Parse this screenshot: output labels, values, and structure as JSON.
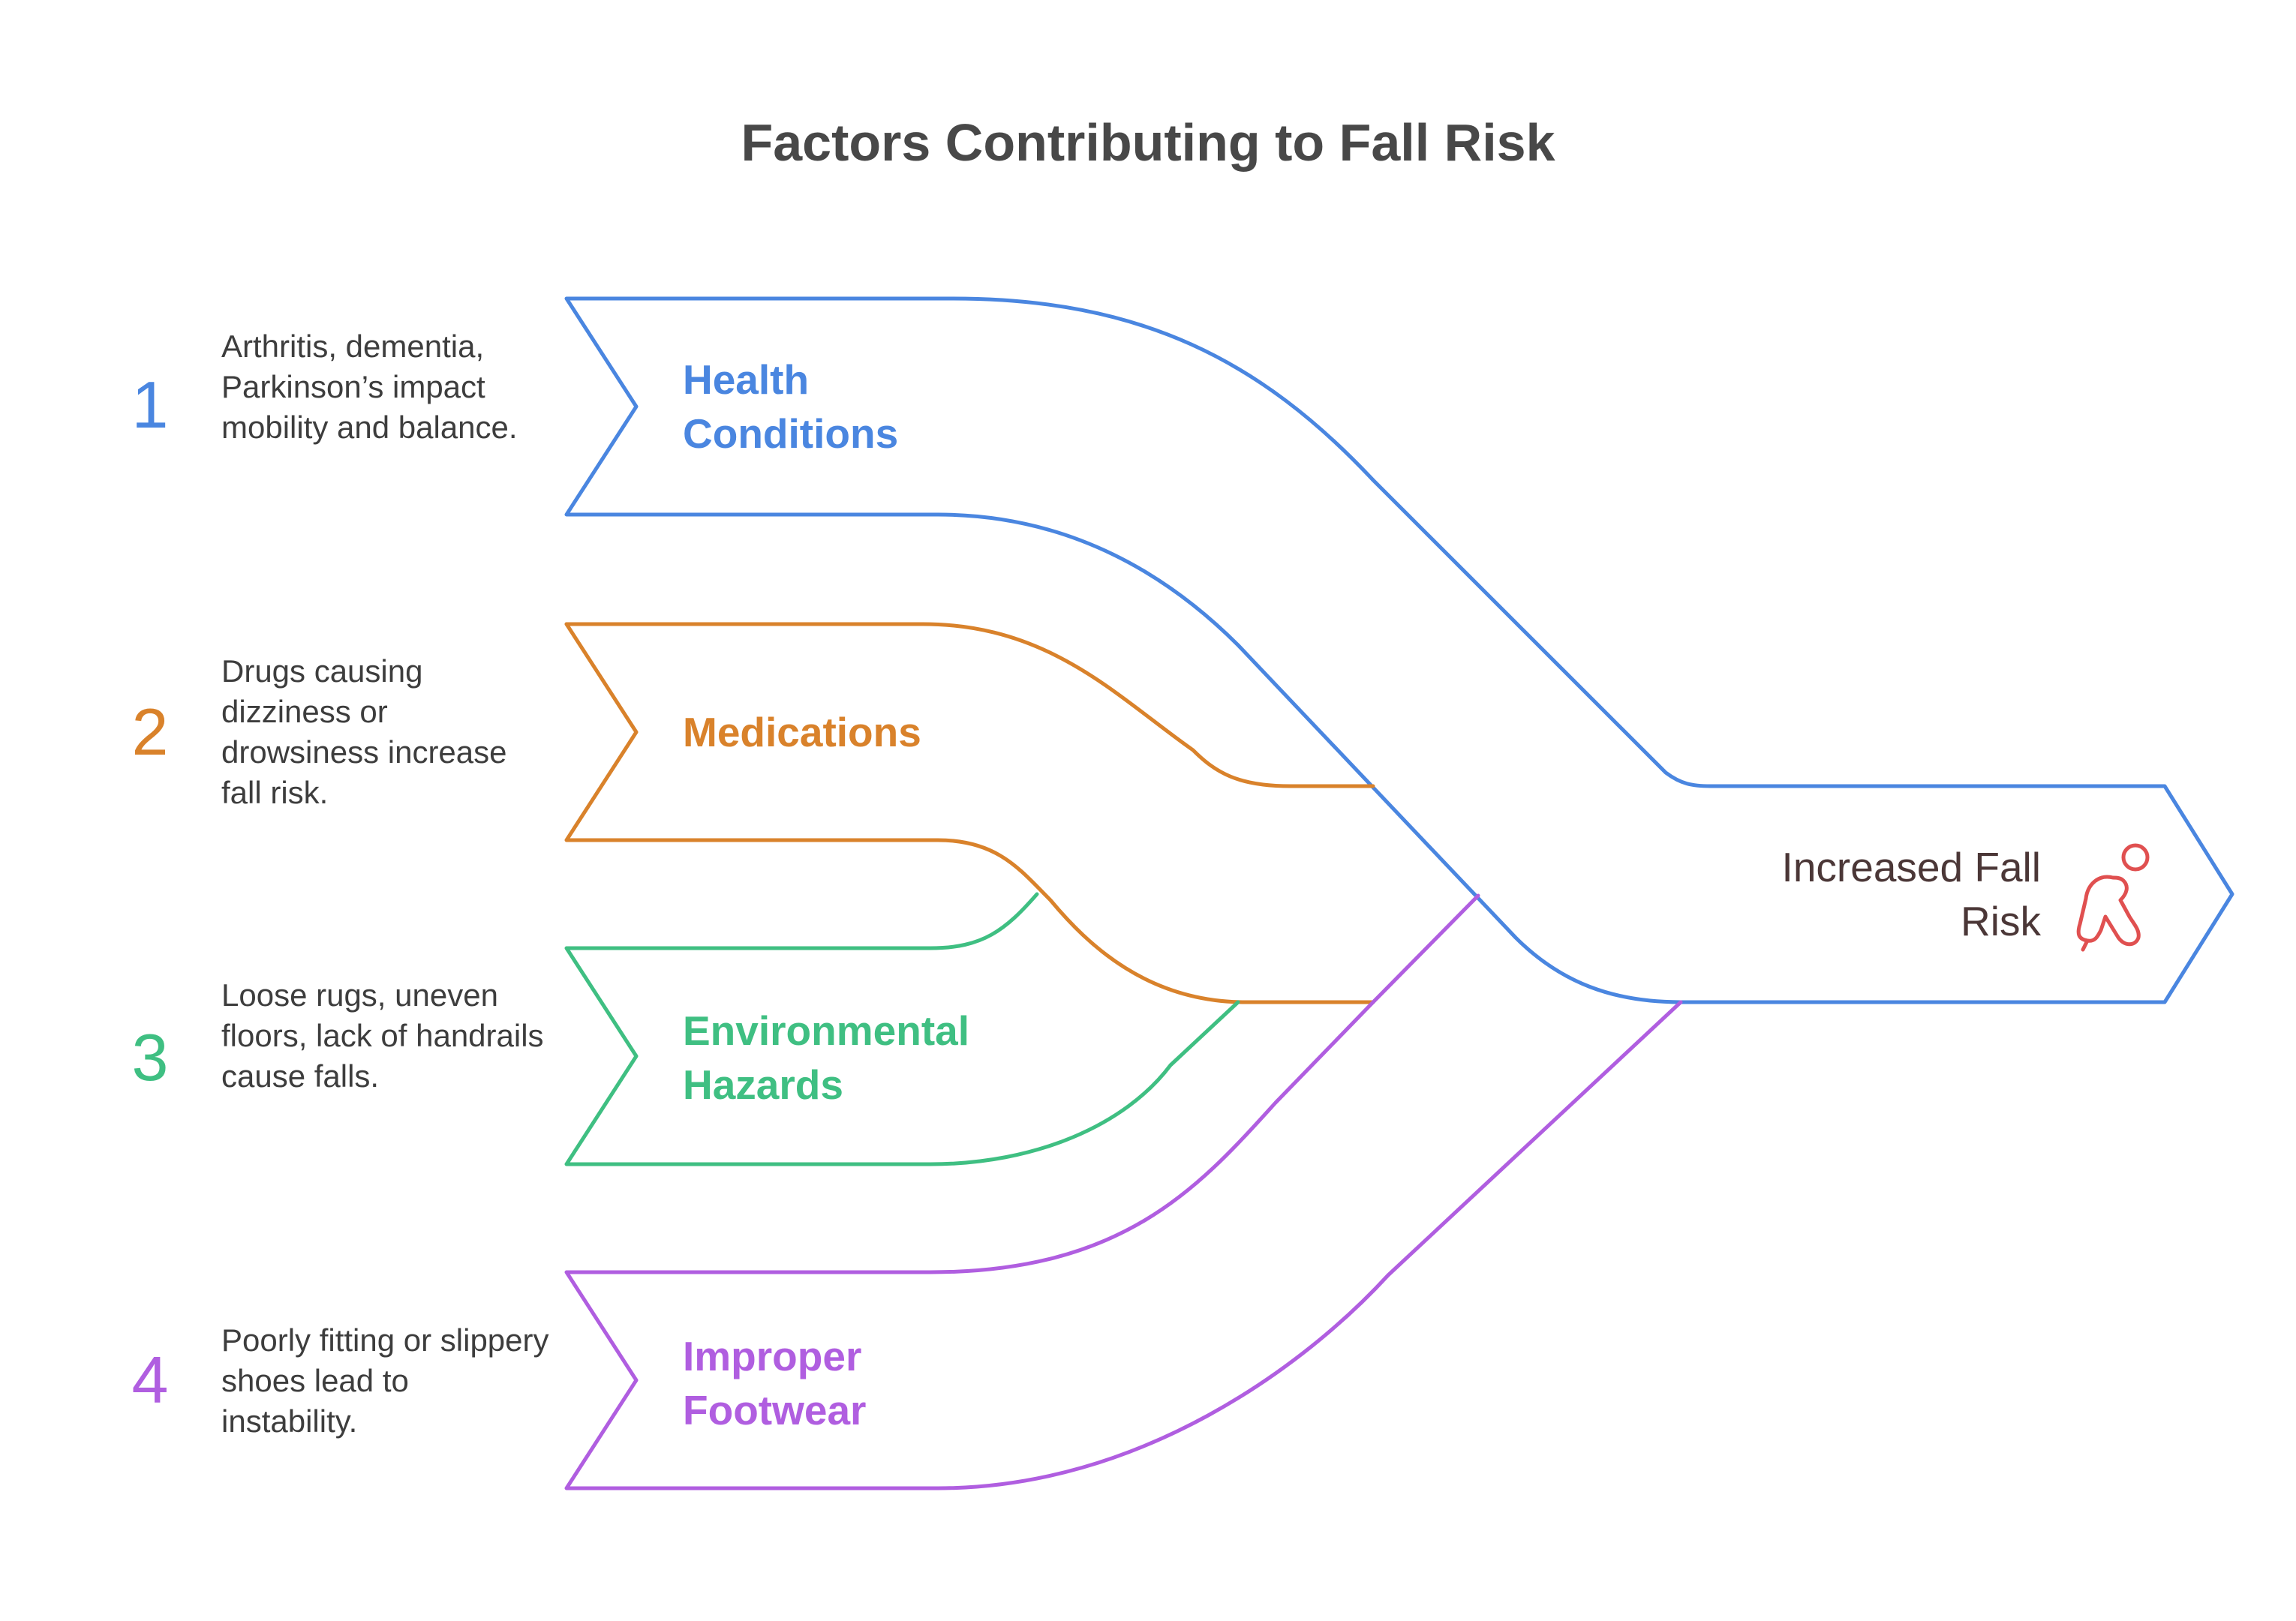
{
  "title": "Factors Contributing to Fall Risk",
  "factors": [
    {
      "number": "1",
      "label_line1": "Health",
      "label_line2": "Conditions",
      "description": "Arthritis, dementia, Parkinson’s impact mobility and balance.",
      "color": "#4a86e0"
    },
    {
      "number": "2",
      "label_line1": "Medications",
      "label_line2": "",
      "description": "Drugs causing dizziness or drowsiness increase fall risk.",
      "color": "#d9822b"
    },
    {
      "number": "3",
      "label_line1": "Environmental",
      "label_line2": "Hazards",
      "description": "Loose rugs, uneven floors, lack of handrails cause falls.",
      "color": "#3fbf82"
    },
    {
      "number": "4",
      "label_line1": "Improper",
      "label_line2": "Footwear",
      "description": "Poorly fitting or slippery shoes lead to instability.",
      "color": "#b05ee0"
    }
  ],
  "outcome": {
    "line1": "Increased Fall",
    "line2": "Risk",
    "icon": "falling-person-icon",
    "icon_color": "#e05050",
    "text_color": "#4b3737",
    "arrow_color": "#4a86e0"
  }
}
